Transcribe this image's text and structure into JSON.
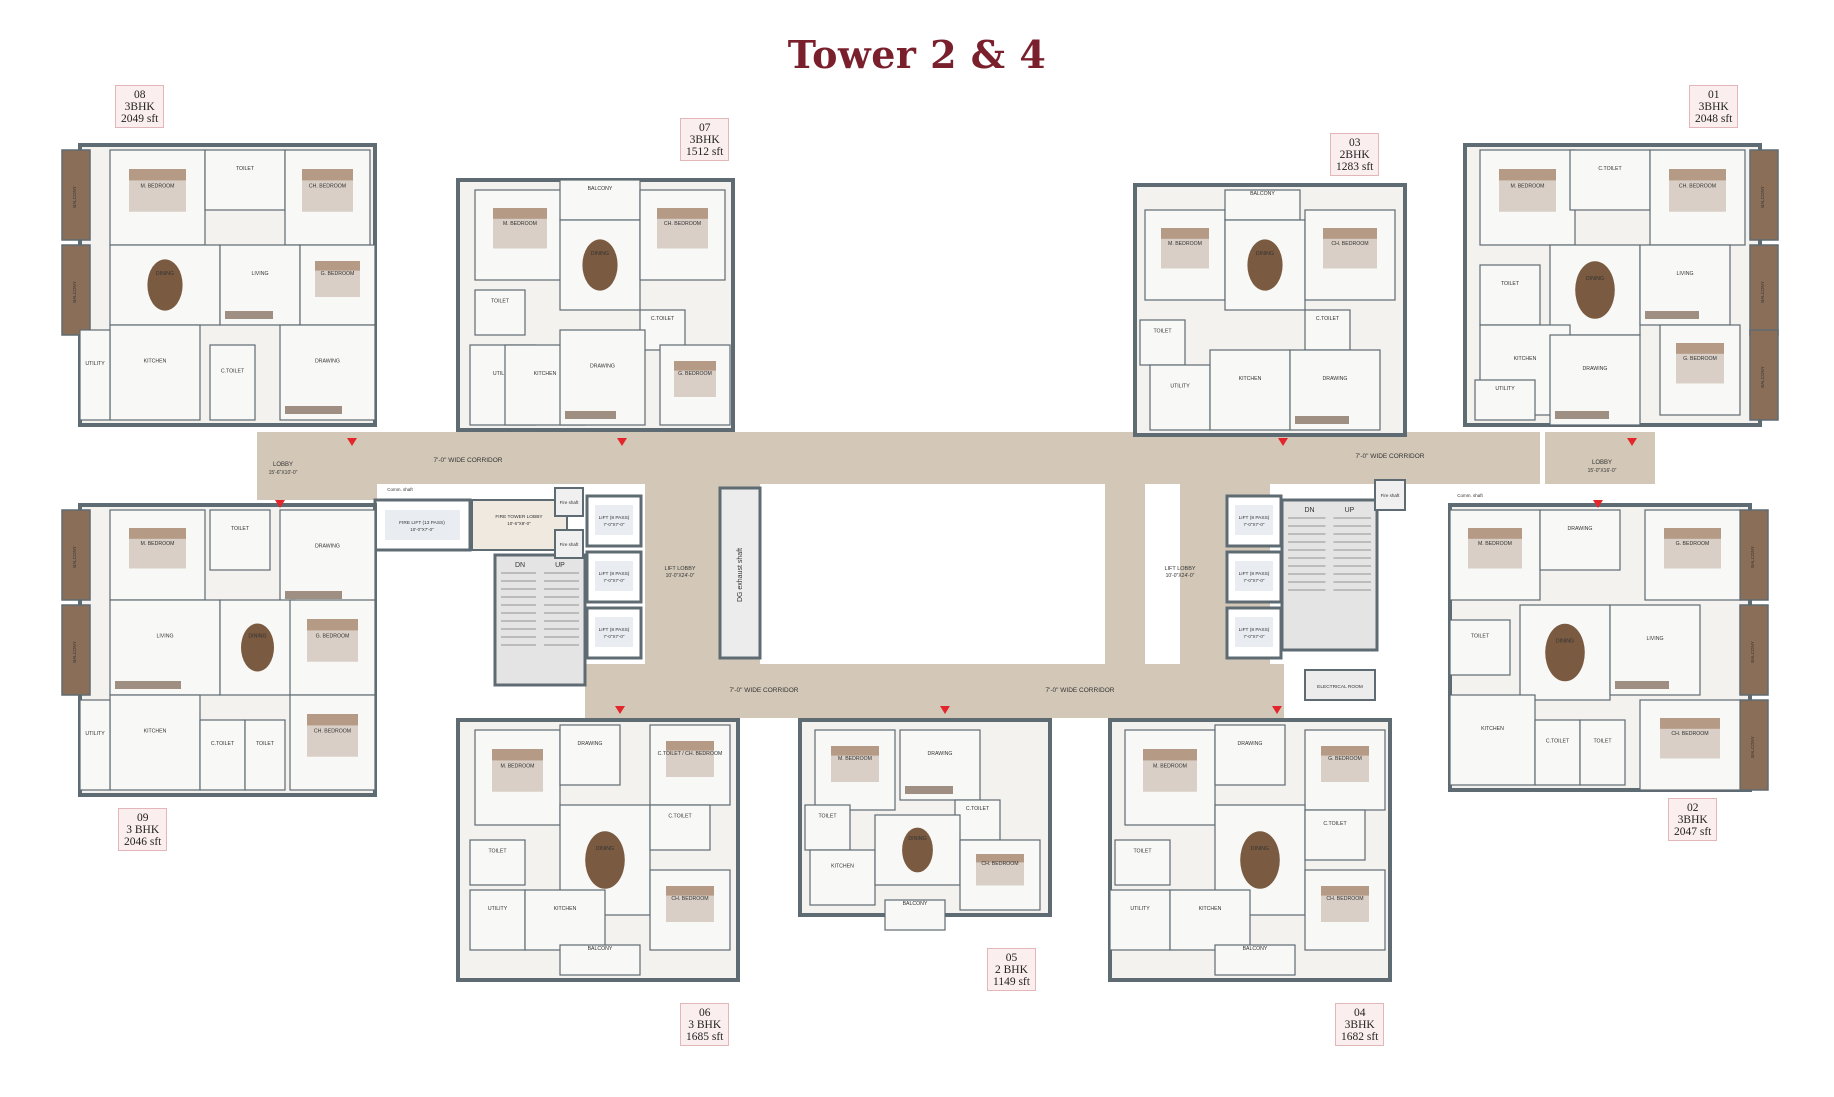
{
  "title": "Tower 2 & 4",
  "colors": {
    "title": "#7a1f2c",
    "corridor": "#d3c8b8",
    "wall": "#5f6b72",
    "floor": "#f3f2ef",
    "balcony": "#8b6e58",
    "tag_bg": "#fbeeee",
    "tag_border": "#e3b7b9",
    "fire_lift_marker": "#e2262b"
  },
  "units": [
    {
      "id": "01",
      "type": "3BHK",
      "area": "2048 sft"
    },
    {
      "id": "02",
      "type": "3BHK",
      "area": "2047 sft"
    },
    {
      "id": "03",
      "type": "2BHK",
      "area": "1283 sft"
    },
    {
      "id": "04",
      "type": "3BHK",
      "area": "1682 sft"
    },
    {
      "id": "05",
      "type": "2 BHK",
      "area": "1149 sft"
    },
    {
      "id": "06",
      "type": "3 BHK",
      "area": "1685 sft"
    },
    {
      "id": "07",
      "type": "3BHK",
      "area": "1512 sft"
    },
    {
      "id": "08",
      "type": "3BHK",
      "area": "2049 sft"
    },
    {
      "id": "09",
      "type": "3 BHK",
      "area": "2046 sft"
    }
  ],
  "core": {
    "corridor": "7'-0\" WIDE CORRIDOR",
    "lobby_left": "LOBBY",
    "lobby_left_size": "15'-6\"X10'-0\"",
    "lobby_right": "LOBBY",
    "lobby_right_size": "15'-0\"X16'-0\"",
    "lift_lobby": "LIFT LOBBY",
    "lift_lobby_size": "10'-0\"X24'-0\"",
    "lift": "LIFT (8 PASS)",
    "lift_size": "7'-0\"X7'-0\"",
    "fire_lift": "FIRE LIFT (13 PASS)",
    "fire_lift_size": "10'-0\"X7'-0\"",
    "fire_tower_lobby": "FIRE TOWER LOBBY",
    "fire_tower_lobby_size": "10'-6\"X8'-0\"",
    "fire_shaft": "Fire shaft",
    "dg_exhaust": "DG exhaust shaft",
    "electrical_room": "ELECTRICAL ROOM",
    "comm_shaft": "Comm. shaft",
    "up": "UP",
    "dn": "DN"
  },
  "rooms": {
    "m_bedroom": "M. BEDROOM",
    "ch_bedroom": "CH. BEDROOM",
    "g_bedroom": "G. BEDROOM",
    "dining": "DINING",
    "living": "LIVING",
    "drawing": "DRAWING",
    "kitchen": "KITCHEN",
    "utility": "UTILITY",
    "toilet": "TOILET",
    "c_toilet": "C.TOILET",
    "balcony": "BALCONY"
  }
}
